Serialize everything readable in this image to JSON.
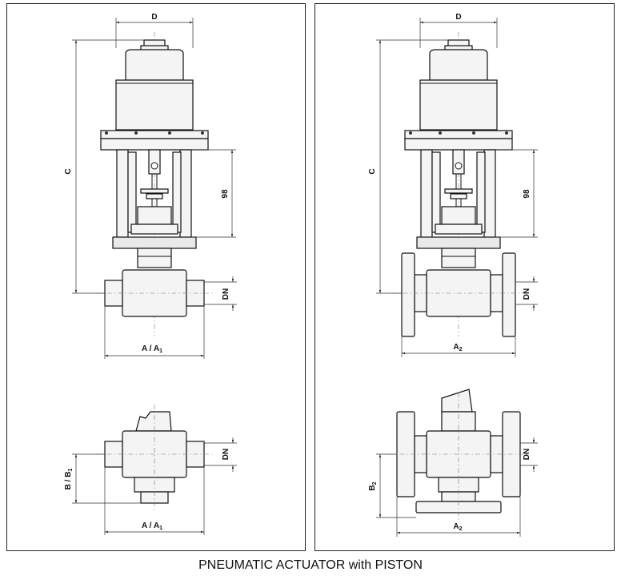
{
  "labels": {
    "d": "D",
    "c": "C",
    "stroke": "98",
    "dn": "DN",
    "a_a1": "A / A",
    "a_sub": "1",
    "a2": "A",
    "a2_sub": "2",
    "b_b1": "B / B",
    "b_sub": "1",
    "b2": "B",
    "b2_sub": "2"
  },
  "caption": "PNEUMATIC ACTUATOR with PISTON"
}
